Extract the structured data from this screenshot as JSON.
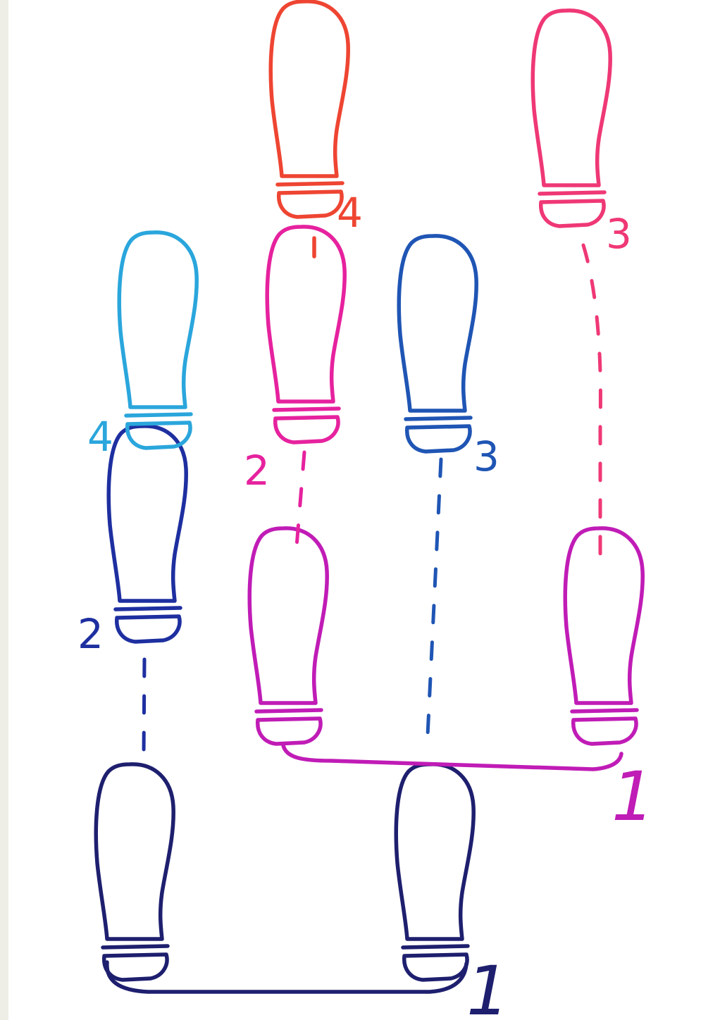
{
  "steps": {
    "lead_left_1": "1",
    "lead_right_1": "1",
    "blue_2": "2",
    "cyan_4": "4",
    "pink_2": "2",
    "red_4": "4",
    "blue_3": "3",
    "rose_3": "3"
  },
  "colors": {
    "navy": "#1e1f6e",
    "blue": "#1e2fa0",
    "cyan": "#2aa6dc",
    "mid_blue": "#1f55b4",
    "magenta": "#c01cb6",
    "pink": "#e6229e",
    "red": "#ee4532",
    "rose": "#ef3876"
  }
}
